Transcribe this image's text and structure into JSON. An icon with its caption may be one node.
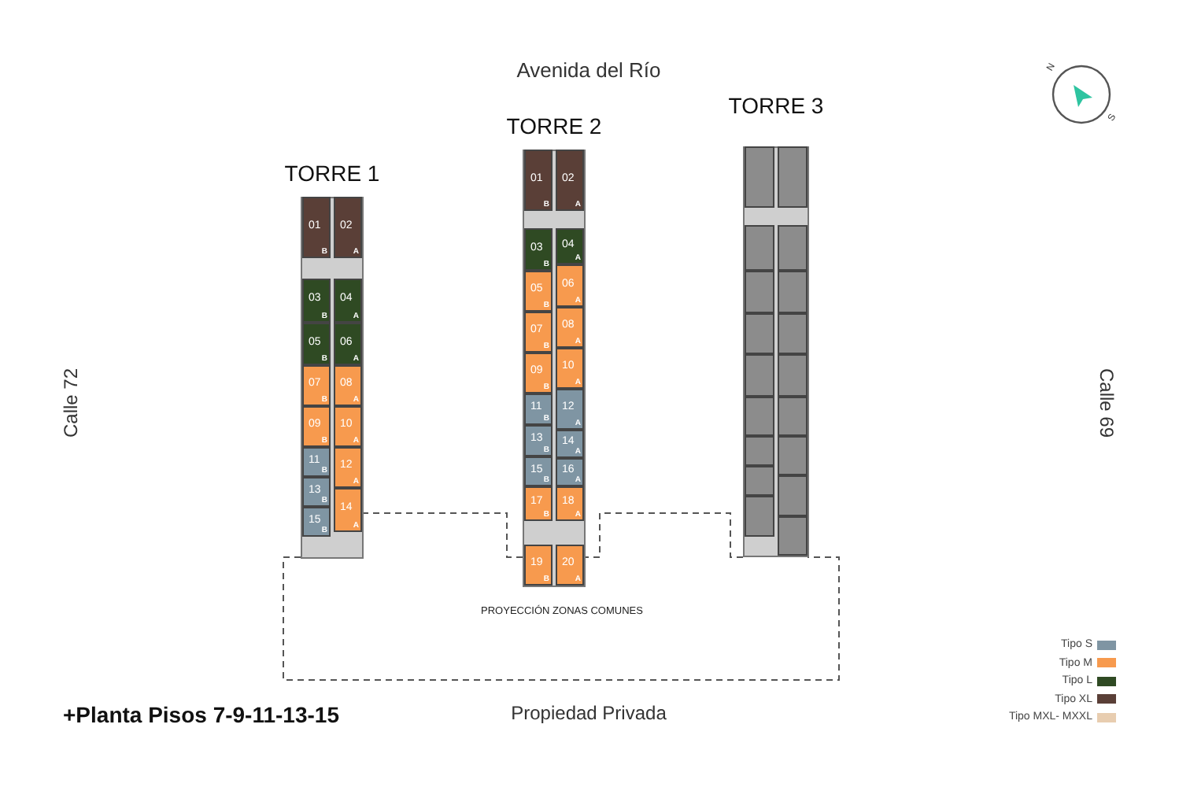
{
  "diagram": {
    "title": "+Planta Pisos 7-9-11-13-15",
    "nodes": [
      {
        "text": [
          "TORRE 1"
        ]
      },
      {
        "text": [
          "01",
          "B"
        ],
        "in": 0
      },
      {
        "text": [
          "02",
          "A"
        ],
        "in": 0
      },
      {
        "text": [
          "03",
          "B"
        ],
        "in": 0
      },
      {
        "text": [
          "04",
          "A"
        ],
        "in": 0
      },
      {
        "text": [
          "05",
          "B"
        ],
        "in": 0
      },
      {
        "text": [
          "06",
          "A"
        ],
        "in": 0
      },
      {
        "text": [
          "07",
          "B"
        ],
        "in": 0
      },
      {
        "text": [
          "08",
          "A"
        ],
        "in": 0
      },
      {
        "text": [
          "09",
          "B"
        ],
        "in": 0
      },
      {
        "text": [
          "10",
          "A"
        ],
        "in": 0
      },
      {
        "text": [
          "11",
          "B"
        ],
        "in": 0
      },
      {
        "text": [
          "12",
          "A"
        ],
        "in": 0
      },
      {
        "text": [
          "13",
          "B"
        ],
        "in": 0
      },
      {
        "text": [
          "14",
          "A"
        ],
        "in": 0
      },
      {
        "text": [
          "15",
          "B"
        ],
        "in": 0
      },
      {
        "text": [
          "TORRE 2"
        ]
      },
      {
        "text": [
          "01",
          "B"
        ],
        "in": 16
      },
      {
        "text": [
          "02",
          "A"
        ],
        "in": 16
      },
      {
        "text": [
          "03",
          "B"
        ],
        "in": 16
      },
      {
        "text": [
          "04",
          "A"
        ],
        "in": 16
      },
      {
        "text": [
          "05",
          "B"
        ],
        "in": 16
      },
      {
        "text": [
          "06",
          "A"
        ],
        "in": 16
      },
      {
        "text": [
          "07",
          "B"
        ],
        "in": 16
      },
      {
        "text": [
          "08",
          "A"
        ],
        "in": 16
      },
      {
        "text": [
          "09",
          "B"
        ],
        "in": 16
      },
      {
        "text": [
          "10",
          "A"
        ],
        "in": 16
      },
      {
        "text": [
          "11",
          "B"
        ],
        "in": 16
      },
      {
        "text": [
          "12",
          "A"
        ],
        "in": 16
      },
      {
        "text": [
          "13",
          "B"
        ],
        "in": 16
      },
      {
        "text": [
          "14",
          "A"
        ],
        "in": 16
      },
      {
        "text": [
          "15",
          "B"
        ],
        "in": 16
      },
      {
        "text": [
          "16",
          "A"
        ],
        "in": 16
      },
      {
        "text": [
          "17",
          "B"
        ],
        "in": 16
      },
      {
        "text": [
          "18",
          "A"
        ],
        "in": 16
      },
      {
        "text": [
          "19",
          "B"
        ]
      },
      {
        "text": [
          "20",
          "A"
        ]
      },
      {
        "text": [
          "TORRE 3"
        ]
      },
      {
        "text": [],
        "shape": "box",
        "in": 37
      },
      {
        "text": [],
        "shape": "box",
        "in": 37
      },
      {
        "text": [],
        "shape": "box",
        "in": 37
      },
      {
        "text": [],
        "shape": "box",
        "in": 37
      },
      {
        "text": [],
        "shape": "box",
        "in": 37
      },
      {
        "text": [],
        "shape": "box",
        "in": 37
      },
      {
        "text": [],
        "shape": "box",
        "in": 37
      },
      {
        "text": [],
        "shape": "box",
        "in": 37
      },
      {
        "text": [],
        "shape": "box",
        "in": 37
      },
      {
        "text": [],
        "shape": "box",
        "in": 37
      },
      {
        "text": [],
        "shape": "box",
        "in": 37
      },
      {
        "text": [],
        "shape": "box",
        "in": 37
      },
      {
        "text": [],
        "shape": "box",
        "in": 37
      },
      {
        "text": [],
        "shape": "box",
        "in": 37
      },
      {
        "text": [],
        "shape": "box",
        "in": 37
      },
      {
        "text": [],
        "shape": "box",
        "in": 37
      },
      {
        "text": [],
        "shape": "box",
        "in": 37
      },
      {
        "text": [],
        "shape": "box"
      },
      {
        "text": [
          "PROYECCIÓN ZONAS COMUNES"
        ]
      }
    ],
    "labels": [
      "Avenida del Río",
      "N",
      "S",
      "Calle 72",
      "Calle 69",
      "Propiedad Privada"
    ],
    "legend": [
      {
        "text": "Tipo S",
        "color": "#7f95a3"
      },
      {
        "text": "Tipo M",
        "color": "#f79a4e"
      },
      {
        "text": "Tipo L",
        "color": "#2f4a23"
      },
      {
        "text": "Tipo XL",
        "color": "#5a3f37"
      },
      {
        "text": "Tipo MXL- MXXL",
        "color": "#e8cdb0"
      }
    ]
  }
}
